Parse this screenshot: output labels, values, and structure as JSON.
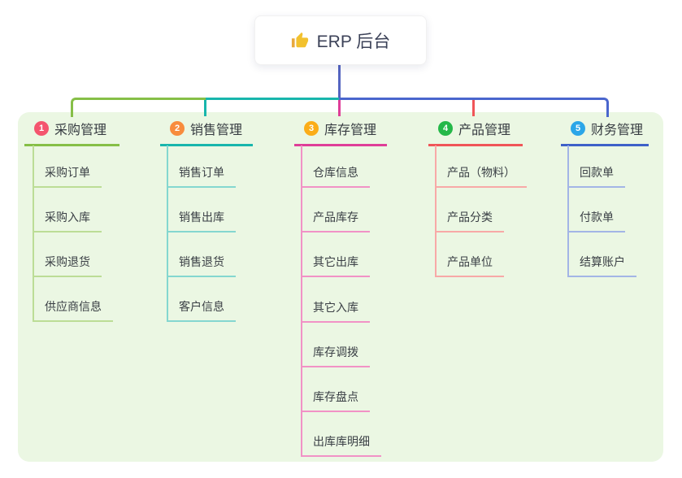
{
  "page": {
    "background": "#ffffff",
    "panel_background": "#ebf7e3"
  },
  "root": {
    "label": "ERP 后台",
    "icon": "thumbs-up-icon",
    "icon_color": "#f2c12e",
    "trunk_color": "#5565c1",
    "right_trunk_color": "#4a66cd"
  },
  "branches": [
    {
      "badge": "1",
      "badge_color": "#f4556e",
      "title": "采购管理",
      "line_color": "#86bf47",
      "sub_line_color": "#bcdd96",
      "items": [
        "采购订单",
        "采购入库",
        "采购退货",
        "供应商信息"
      ]
    },
    {
      "badge": "2",
      "badge_color": "#f88c3d",
      "title": "销售管理",
      "line_color": "#18b6ac",
      "sub_line_color": "#84d7d0",
      "items": [
        "销售订单",
        "销售出库",
        "销售退货",
        "客户信息"
      ]
    },
    {
      "badge": "3",
      "badge_color": "#fbad18",
      "title": "库存管理",
      "line_color": "#df3e98",
      "sub_line_color": "#f192c6",
      "items": [
        "仓库信息",
        "产品库存",
        "其它出库",
        "其它入库",
        "库存调拨",
        "库存盘点",
        "出库库明细"
      ]
    },
    {
      "badge": "4",
      "badge_color": "#25b849",
      "title": "产品管理",
      "line_color": "#f05558",
      "sub_line_color": "#f8a9a7",
      "items": [
        "产品（物料）",
        "产品分类",
        "产品单位"
      ]
    },
    {
      "badge": "5",
      "badge_color": "#2ba6e8",
      "title": "财务管理",
      "line_color": "#3e61c8",
      "sub_line_color": "#a3b5e6",
      "items": [
        "回款单",
        "付款单",
        "结算账户"
      ]
    }
  ]
}
